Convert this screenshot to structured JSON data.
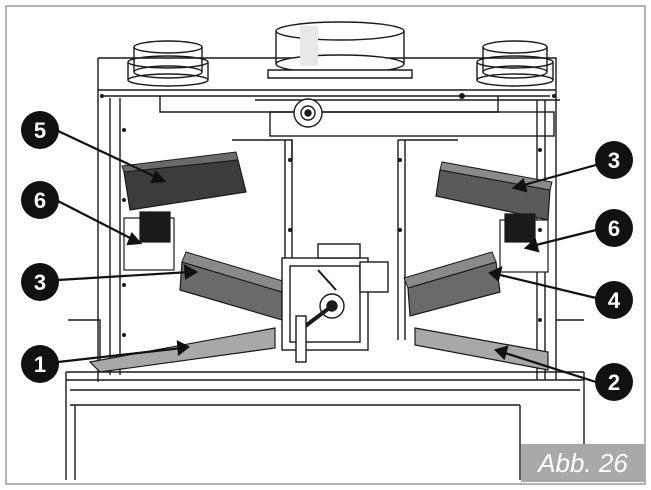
{
  "figure": {
    "label": "Abb. 26"
  },
  "callouts": [
    {
      "id": "left-top",
      "number": "5"
    },
    {
      "id": "left-mid",
      "number": "6"
    },
    {
      "id": "left-low",
      "number": "3"
    },
    {
      "id": "left-bottom",
      "number": "1"
    },
    {
      "id": "right-top",
      "number": "3"
    },
    {
      "id": "right-mid",
      "number": "6"
    },
    {
      "id": "right-low",
      "number": "4"
    },
    {
      "id": "right-bottom",
      "number": "2"
    }
  ],
  "colors": {
    "filter_dark": "#3c3c3c",
    "filter_mid": "#6a6a6a",
    "filter_light": "#a8a8a8",
    "outline": "#1a1a1a",
    "callout_fill": "#111111",
    "label_bg": "#a9a9a9"
  }
}
